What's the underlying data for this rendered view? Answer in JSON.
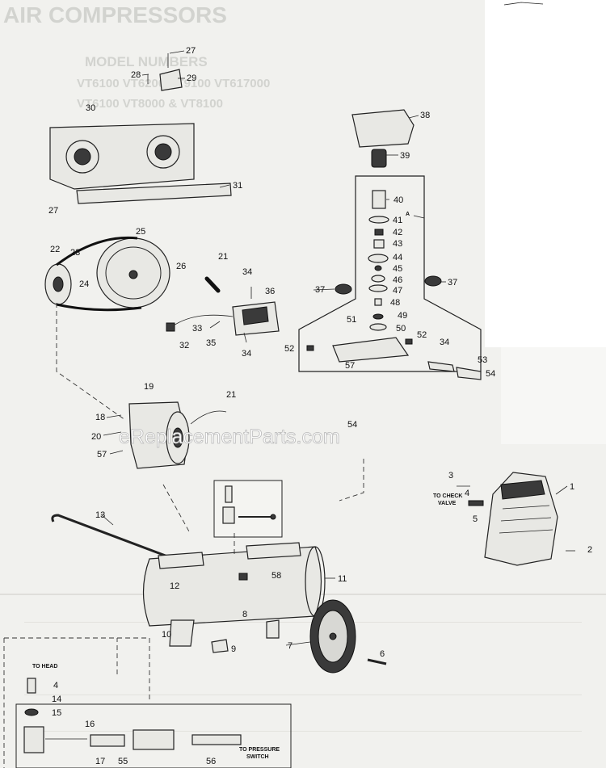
{
  "header": {
    "background_title": "AIR COMPRESSORS",
    "background_models_line1": "MODEL NUMBERS",
    "background_models_line2": "VT6100  VT6200  VT9100  VT617000",
    "background_models_line3": "VT6100 VT8000 & VT8100"
  },
  "watermark": "eReplacementParts.com",
  "inset_labels": {
    "group_a": "A",
    "to_check_valve_line1": "TO CHECK",
    "to_check_valve_line2": "VALVE",
    "to_head": "TO HEAD",
    "to_pressure_switch_line1": "TO PRESSURE",
    "to_pressure_switch_line2": "SWITCH"
  },
  "callouts": [
    {
      "id": "c27a",
      "label": "27"
    },
    {
      "id": "c28",
      "label": "28"
    },
    {
      "id": "c29",
      "label": "29"
    },
    {
      "id": "c30",
      "label": "30"
    },
    {
      "id": "c31",
      "label": "31"
    },
    {
      "id": "c27b",
      "label": "27"
    },
    {
      "id": "c38",
      "label": "38"
    },
    {
      "id": "c39",
      "label": "39"
    },
    {
      "id": "c40",
      "label": "40"
    },
    {
      "id": "c41",
      "label": "41"
    },
    {
      "id": "c42",
      "label": "42"
    },
    {
      "id": "c43",
      "label": "43"
    },
    {
      "id": "c44",
      "label": "44"
    },
    {
      "id": "c45",
      "label": "45"
    },
    {
      "id": "c46",
      "label": "46"
    },
    {
      "id": "c47",
      "label": "47"
    },
    {
      "id": "c48",
      "label": "48"
    },
    {
      "id": "c49",
      "label": "49"
    },
    {
      "id": "c50",
      "label": "50"
    },
    {
      "id": "c51",
      "label": "51"
    },
    {
      "id": "c52a",
      "label": "52"
    },
    {
      "id": "c52b",
      "label": "52"
    },
    {
      "id": "c34c",
      "label": "34"
    },
    {
      "id": "c57a",
      "label": "57"
    },
    {
      "id": "c37a",
      "label": "37"
    },
    {
      "id": "c37b",
      "label": "37"
    },
    {
      "id": "c53",
      "label": "53"
    },
    {
      "id": "c54a",
      "label": "54"
    },
    {
      "id": "c22",
      "label": "22"
    },
    {
      "id": "c23",
      "label": "23"
    },
    {
      "id": "c24",
      "label": "24"
    },
    {
      "id": "c25",
      "label": "25"
    },
    {
      "id": "c26",
      "label": "26"
    },
    {
      "id": "c21a",
      "label": "21"
    },
    {
      "id": "c34a",
      "label": "34"
    },
    {
      "id": "c36",
      "label": "36"
    },
    {
      "id": "c33",
      "label": "33"
    },
    {
      "id": "c32",
      "label": "32"
    },
    {
      "id": "c35",
      "label": "35"
    },
    {
      "id": "c34b",
      "label": "34"
    },
    {
      "id": "c19",
      "label": "19"
    },
    {
      "id": "c21b",
      "label": "21"
    },
    {
      "id": "c18",
      "label": "18"
    },
    {
      "id": "c20",
      "label": "20"
    },
    {
      "id": "c57b",
      "label": "57"
    },
    {
      "id": "c54b",
      "label": "54"
    },
    {
      "id": "c3",
      "label": "3"
    },
    {
      "id": "c4a",
      "label": "4"
    },
    {
      "id": "c5",
      "label": "5"
    },
    {
      "id": "c1",
      "label": "1"
    },
    {
      "id": "c2",
      "label": "2"
    },
    {
      "id": "c13",
      "label": "13"
    },
    {
      "id": "c12",
      "label": "12"
    },
    {
      "id": "c58",
      "label": "58"
    },
    {
      "id": "c11",
      "label": "11"
    },
    {
      "id": "c10",
      "label": "10"
    },
    {
      "id": "c9",
      "label": "9"
    },
    {
      "id": "c8",
      "label": "8"
    },
    {
      "id": "c7",
      "label": "7"
    },
    {
      "id": "c6",
      "label": "6"
    },
    {
      "id": "c4b",
      "label": "4"
    },
    {
      "id": "c14",
      "label": "14"
    },
    {
      "id": "c15",
      "label": "15"
    },
    {
      "id": "c16",
      "label": "16"
    },
    {
      "id": "c17",
      "label": "17"
    },
    {
      "id": "c55",
      "label": "55"
    },
    {
      "id": "c56",
      "label": "56"
    }
  ]
}
